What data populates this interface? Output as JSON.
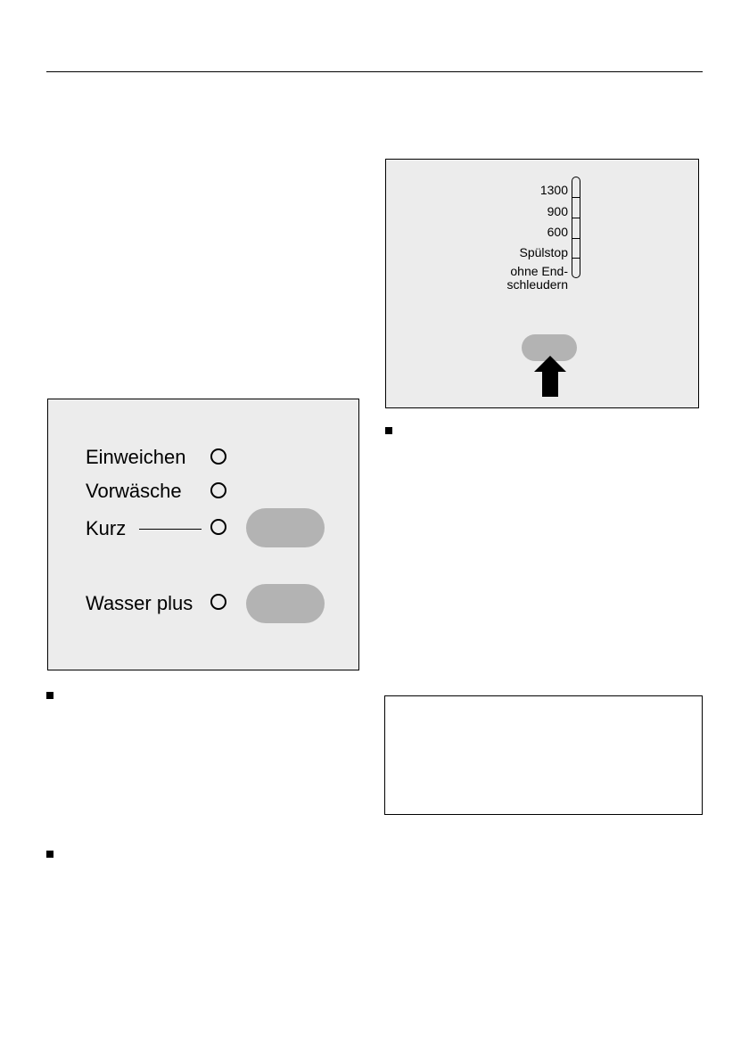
{
  "program_panel": {
    "options": [
      {
        "label": "Einweichen"
      },
      {
        "label": "Vorwäsche"
      },
      {
        "label": "Kurz"
      },
      {
        "label": "Wasser plus"
      }
    ]
  },
  "spin_panel": {
    "levels": [
      {
        "label": "1300"
      },
      {
        "label": "900"
      },
      {
        "label": "600"
      },
      {
        "label": "Spülstop"
      },
      {
        "label": "ohne End-\nschleudern"
      }
    ],
    "indicator_icon": "up-arrow-icon"
  },
  "colors": {
    "panel_background": "#ececec",
    "button_gray": "#b3b3b3"
  }
}
